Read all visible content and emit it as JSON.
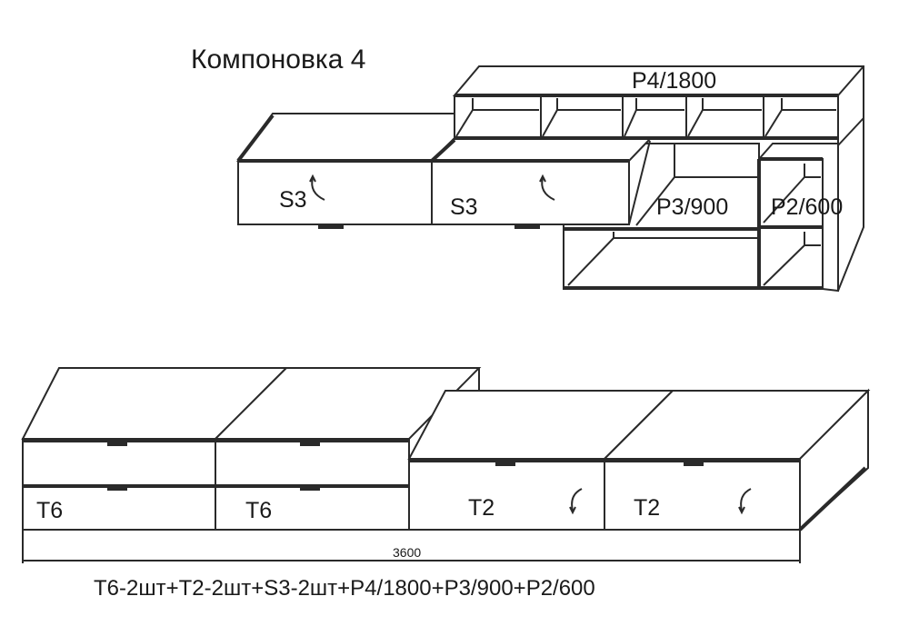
{
  "title": "Компоновка 4",
  "modules": {
    "p4": "P4/1800",
    "p3": "P3/900",
    "p2": "P2/600",
    "s3_left": "S3",
    "s3_right": "S3",
    "t6_left": "T6",
    "t6_right": "T6",
    "t2_left": "T2",
    "t2_right": "T2"
  },
  "dimension": "3600",
  "caption": "T6-2шт+T2-2шт+S3-2шт+P4/1800+P3/900+P2/600"
}
